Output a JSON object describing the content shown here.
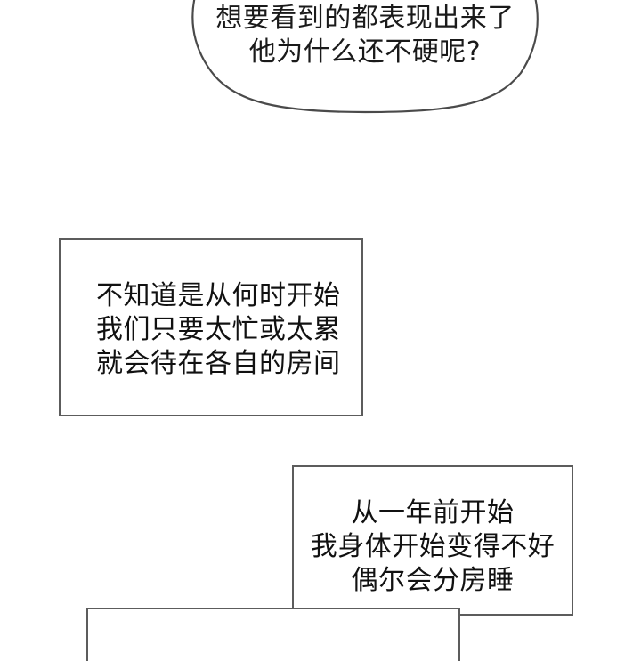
{
  "page": {
    "background_color": "#ffffff",
    "text_color": "#111111",
    "border_color": "#5c5c5c",
    "bubble_outline_color": "#4a4a4a"
  },
  "panels": {
    "speech_bubble": {
      "shape": "rounded-organic-thought-bubble",
      "lines": [
        "想要看到的都表现出来了",
        "他为什么还不硬呢?"
      ]
    },
    "narration_box_1": {
      "shape": "rectangle",
      "align": "left",
      "lines": [
        "不知道是从何时开始",
        "我们只要太忙或太累",
        "就会待在各自的房间"
      ]
    },
    "narration_box_2": {
      "shape": "rectangle",
      "align": "center",
      "lines": [
        "从一年前开始",
        "我身体开始变得不好",
        "偶尔会分房睡"
      ]
    },
    "narration_box_3": {
      "shape": "rectangle-partial",
      "align": "center",
      "lines": []
    }
  }
}
